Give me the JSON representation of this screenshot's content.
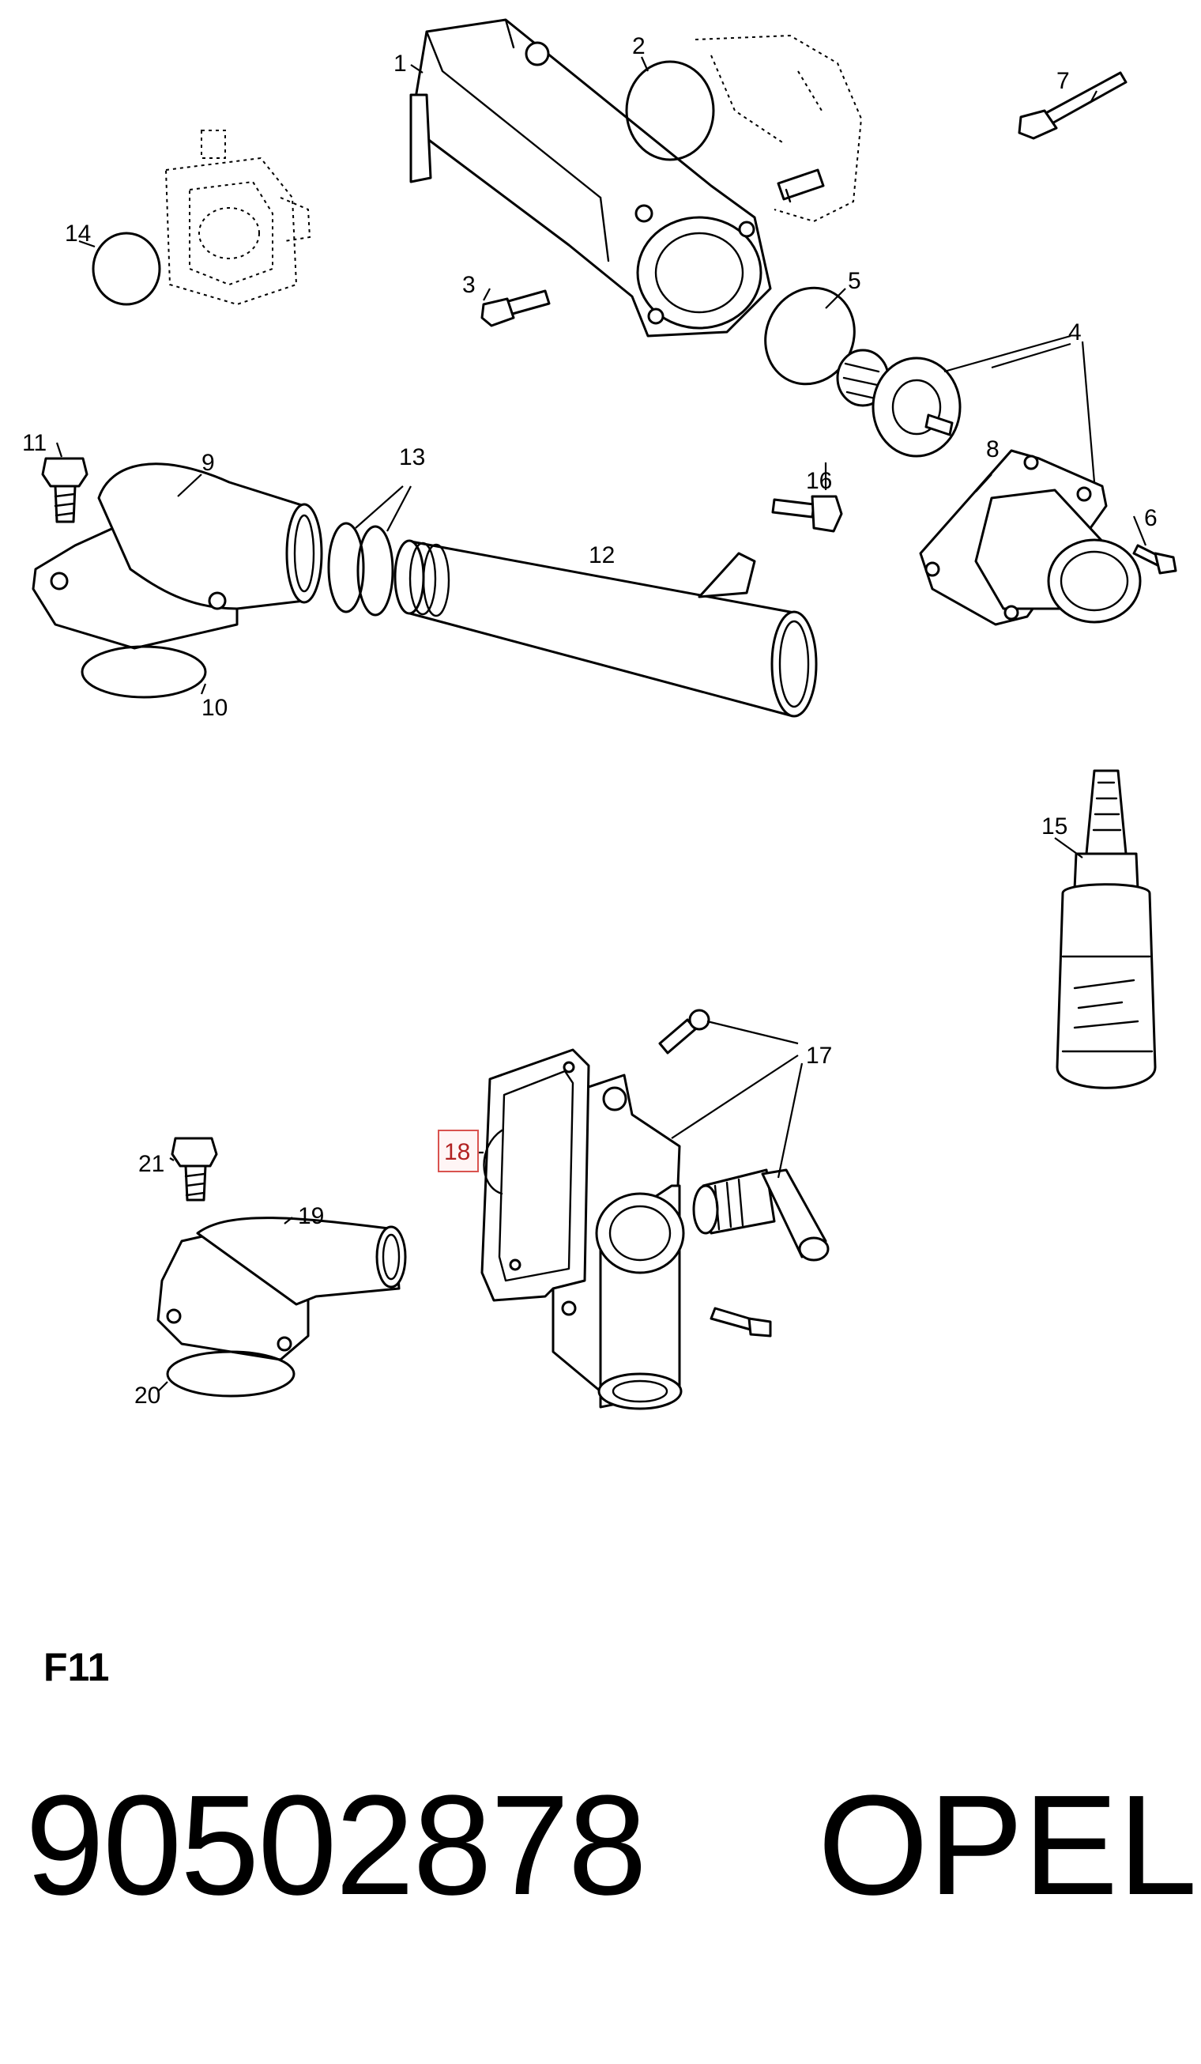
{
  "diagram": {
    "figure_code": "F11",
    "part_number": "90502878",
    "brand": "OPEL",
    "highlighted_label": "18",
    "highlight_color": "#d9534f",
    "callouts": [
      "1",
      "2",
      "3",
      "4",
      "5",
      "6",
      "7",
      "8",
      "9",
      "10",
      "11",
      "12",
      "13",
      "14",
      "15",
      "16",
      "17",
      "18",
      "19",
      "20",
      "21"
    ]
  }
}
